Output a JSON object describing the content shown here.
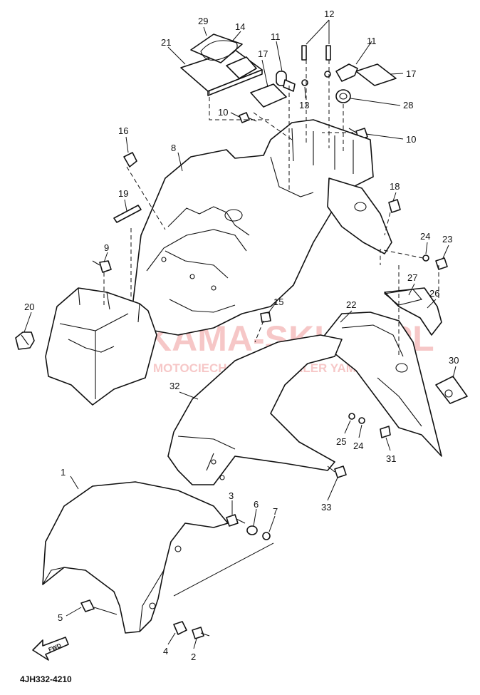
{
  "diagram": {
    "code": "4JH332-4210",
    "fwd_label": "FWD",
    "watermark": {
      "brand": "KAMA-SKLEP.PL",
      "tagline": "MOTOCIECHOWICZ | DEALER YAMAHA",
      "color": "#e23a3a"
    },
    "callouts": [
      "1",
      "2",
      "3",
      "4",
      "5",
      "6",
      "7",
      "8",
      "9",
      "10",
      "10",
      "11",
      "11",
      "12",
      "13",
      "14",
      "15",
      "16",
      "17",
      "17",
      "18",
      "19",
      "20",
      "21",
      "22",
      "23",
      "24",
      "24",
      "25",
      "26",
      "27",
      "28",
      "29",
      "30",
      "31",
      "32",
      "33"
    ]
  }
}
